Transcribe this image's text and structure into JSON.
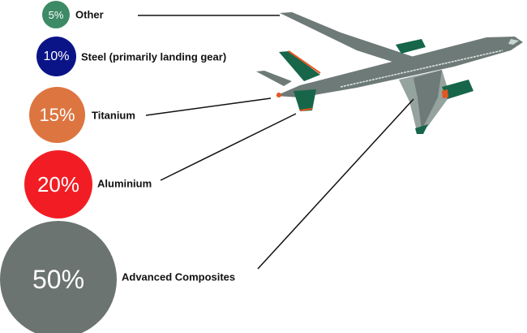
{
  "materials": [
    {
      "name": "Other",
      "percent_label": "5%",
      "value": 5,
      "color": "#3d8a66"
    },
    {
      "name": "Steel (primarily landing gear)",
      "percent_label": "10%",
      "value": 10,
      "color": "#0b1487"
    },
    {
      "name": "Titanium",
      "percent_label": "15%",
      "value": 15,
      "color": "#dd7540"
    },
    {
      "name": "Aluminium",
      "percent_label": "20%",
      "value": 20,
      "color": "#f21d24"
    },
    {
      "name": "Advanced Composites",
      "percent_label": "50%",
      "value": 50,
      "color": "#6b7471"
    }
  ],
  "plane_colors": {
    "body": "#6e7a77",
    "light": "#95a39f",
    "accent_green": "#17664a",
    "accent_orange": "#e4561f"
  }
}
